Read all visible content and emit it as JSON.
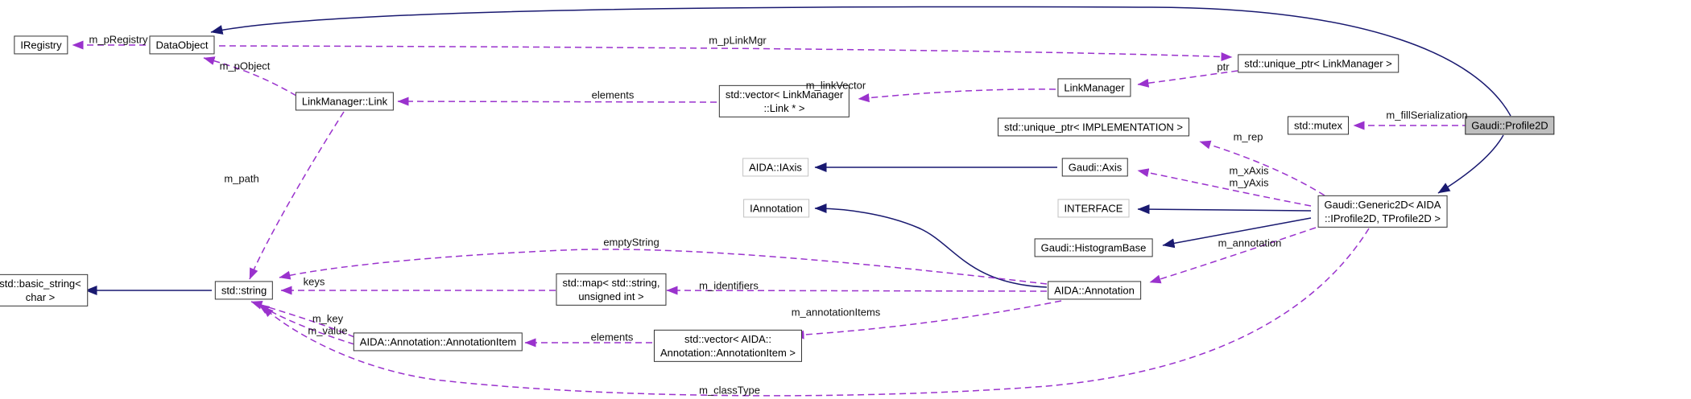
{
  "diagram": {
    "kind": "doxygen-collaboration-graph",
    "main_class": "Gaudi::Profile2D",
    "colors": {
      "inheritance_edge": "#191970",
      "usage_edge": "#9a32cd",
      "node_border": "#333333",
      "external_node_border": "#c2c2c2",
      "main_node_fill": "#bfbfbf",
      "background": "#ffffff"
    }
  },
  "nodes": {
    "iregistry": {
      "text": "IRegistry"
    },
    "dataobject": {
      "text": "DataObject"
    },
    "link": {
      "text": "LinkManager::Link"
    },
    "vec_link": {
      "text": [
        "std::vector< LinkManager",
        "::Link * >"
      ]
    },
    "linkmanager": {
      "text": "LinkManager"
    },
    "uptr_lm": {
      "text": "std::unique_ptr< LinkManager >"
    },
    "uptr_impl": {
      "text": "std::unique_ptr< IMPLEMENTATION >"
    },
    "gaudi_axis": {
      "text": "Gaudi::Axis"
    },
    "aida_iaxis": {
      "text": "AIDA::IAxis"
    },
    "interface": {
      "text": "INTERFACE"
    },
    "iannotation": {
      "text": "IAnnotation"
    },
    "histogrambase": {
      "text": "Gaudi::HistogramBase"
    },
    "annotation": {
      "text": "AIDA::Annotation"
    },
    "generic2d": {
      "text": [
        "Gaudi::Generic2D< AIDA",
        "::IProfile2D, TProfile2D >"
      ]
    },
    "profile2d": {
      "text": "Gaudi::Profile2D"
    },
    "mutex": {
      "text": "std::mutex"
    },
    "basic_string": {
      "text": [
        "std::basic_string<",
        "char >"
      ]
    },
    "string": {
      "text": "std::string"
    },
    "map": {
      "text": [
        "std::map< std::string,",
        "unsigned int >"
      ]
    },
    "annotationitem": {
      "text": "AIDA::Annotation::AnnotationItem"
    },
    "vec_annitem": {
      "text": [
        "std::vector< AIDA::",
        "Annotation::AnnotationItem >"
      ]
    }
  },
  "edges": [
    {
      "label": "m_pRegistry",
      "from": "DataObject",
      "to": "IRegistry",
      "style": "dashed"
    },
    {
      "label": "",
      "from": "Gaudi::Profile2D",
      "to": "DataObject",
      "style": "solid"
    },
    {
      "label": "m_pObject",
      "from": "LinkManager::Link",
      "to": "DataObject",
      "style": "dashed"
    },
    {
      "label": "m_pLinkMgr",
      "from": "DataObject",
      "to": "std::unique_ptr< LinkManager >",
      "style": "dashed"
    },
    {
      "label": "elements",
      "from": "std::vector< LinkManager::Link * >",
      "to": "LinkManager::Link",
      "style": "dashed"
    },
    {
      "label": "m_linkVector",
      "from": "LinkManager",
      "to": "std::vector< LinkManager::Link * >",
      "style": "dashed"
    },
    {
      "label": "ptr",
      "from": "std::unique_ptr< LinkManager >",
      "to": "LinkManager",
      "style": "dashed"
    },
    {
      "label": "m_fillSerialization",
      "from": "Gaudi::Profile2D",
      "to": "std::mutex",
      "style": "dashed"
    },
    {
      "label": "",
      "from": "Gaudi::Profile2D",
      "to": "Gaudi::Generic2D< AIDA::IProfile2D, TProfile2D >",
      "style": "solid"
    },
    {
      "label": "m_rep",
      "from": "Gaudi::Generic2D",
      "to": "std::unique_ptr< IMPLEMENTATION >",
      "style": "dashed"
    },
    {
      "label": [
        "m_xAxis",
        "m_yAxis"
      ],
      "from": "Gaudi::Generic2D",
      "to": "Gaudi::Axis",
      "style": "dashed"
    },
    {
      "label": "",
      "from": "Gaudi::Axis",
      "to": "AIDA::IAxis",
      "style": "solid"
    },
    {
      "label": "",
      "from": "Gaudi::Generic2D",
      "to": "INTERFACE",
      "style": "solid"
    },
    {
      "label": "",
      "from": "Gaudi::Generic2D",
      "to": "Gaudi::HistogramBase",
      "style": "solid"
    },
    {
      "label": "m_annotation",
      "from": "Gaudi::Generic2D",
      "to": "AIDA::Annotation",
      "style": "dashed"
    },
    {
      "label": "",
      "from": "AIDA::Annotation",
      "to": "IAnnotation",
      "style": "solid"
    },
    {
      "label": "emptyString",
      "from": "AIDA::Annotation",
      "to": "std::string",
      "style": "dashed"
    },
    {
      "label": "m_identifiers",
      "from": "AIDA::Annotation",
      "to": "std::map< std::string, unsigned int >",
      "style": "dashed"
    },
    {
      "label": "m_annotationItems",
      "from": "AIDA::Annotation",
      "to": "std::vector< AIDA::Annotation::AnnotationItem >",
      "style": "dashed"
    },
    {
      "label": "keys",
      "from": "std::map< std::string, unsigned int >",
      "to": "std::string",
      "style": "dashed"
    },
    {
      "label": "elements",
      "from": "std::vector< AIDA::Annotation::AnnotationItem >",
      "to": "AIDA::Annotation::AnnotationItem",
      "style": "dashed"
    },
    {
      "label": "m_key",
      "from": "AIDA::Annotation::AnnotationItem",
      "to": "std::string",
      "style": "dashed"
    },
    {
      "label": "m_value",
      "from": "AIDA::Annotation::AnnotationItem",
      "to": "std::string",
      "style": "dashed"
    },
    {
      "label": "",
      "from": "std::string",
      "to": "std::basic_string< char >",
      "style": "solid"
    },
    {
      "label": "m_classType",
      "from": "Gaudi::Generic2D",
      "to": "std::string",
      "style": "dashed"
    },
    {
      "label": "m_path",
      "from": "LinkManager::Link",
      "to": "std::string",
      "style": "dashed"
    }
  ]
}
